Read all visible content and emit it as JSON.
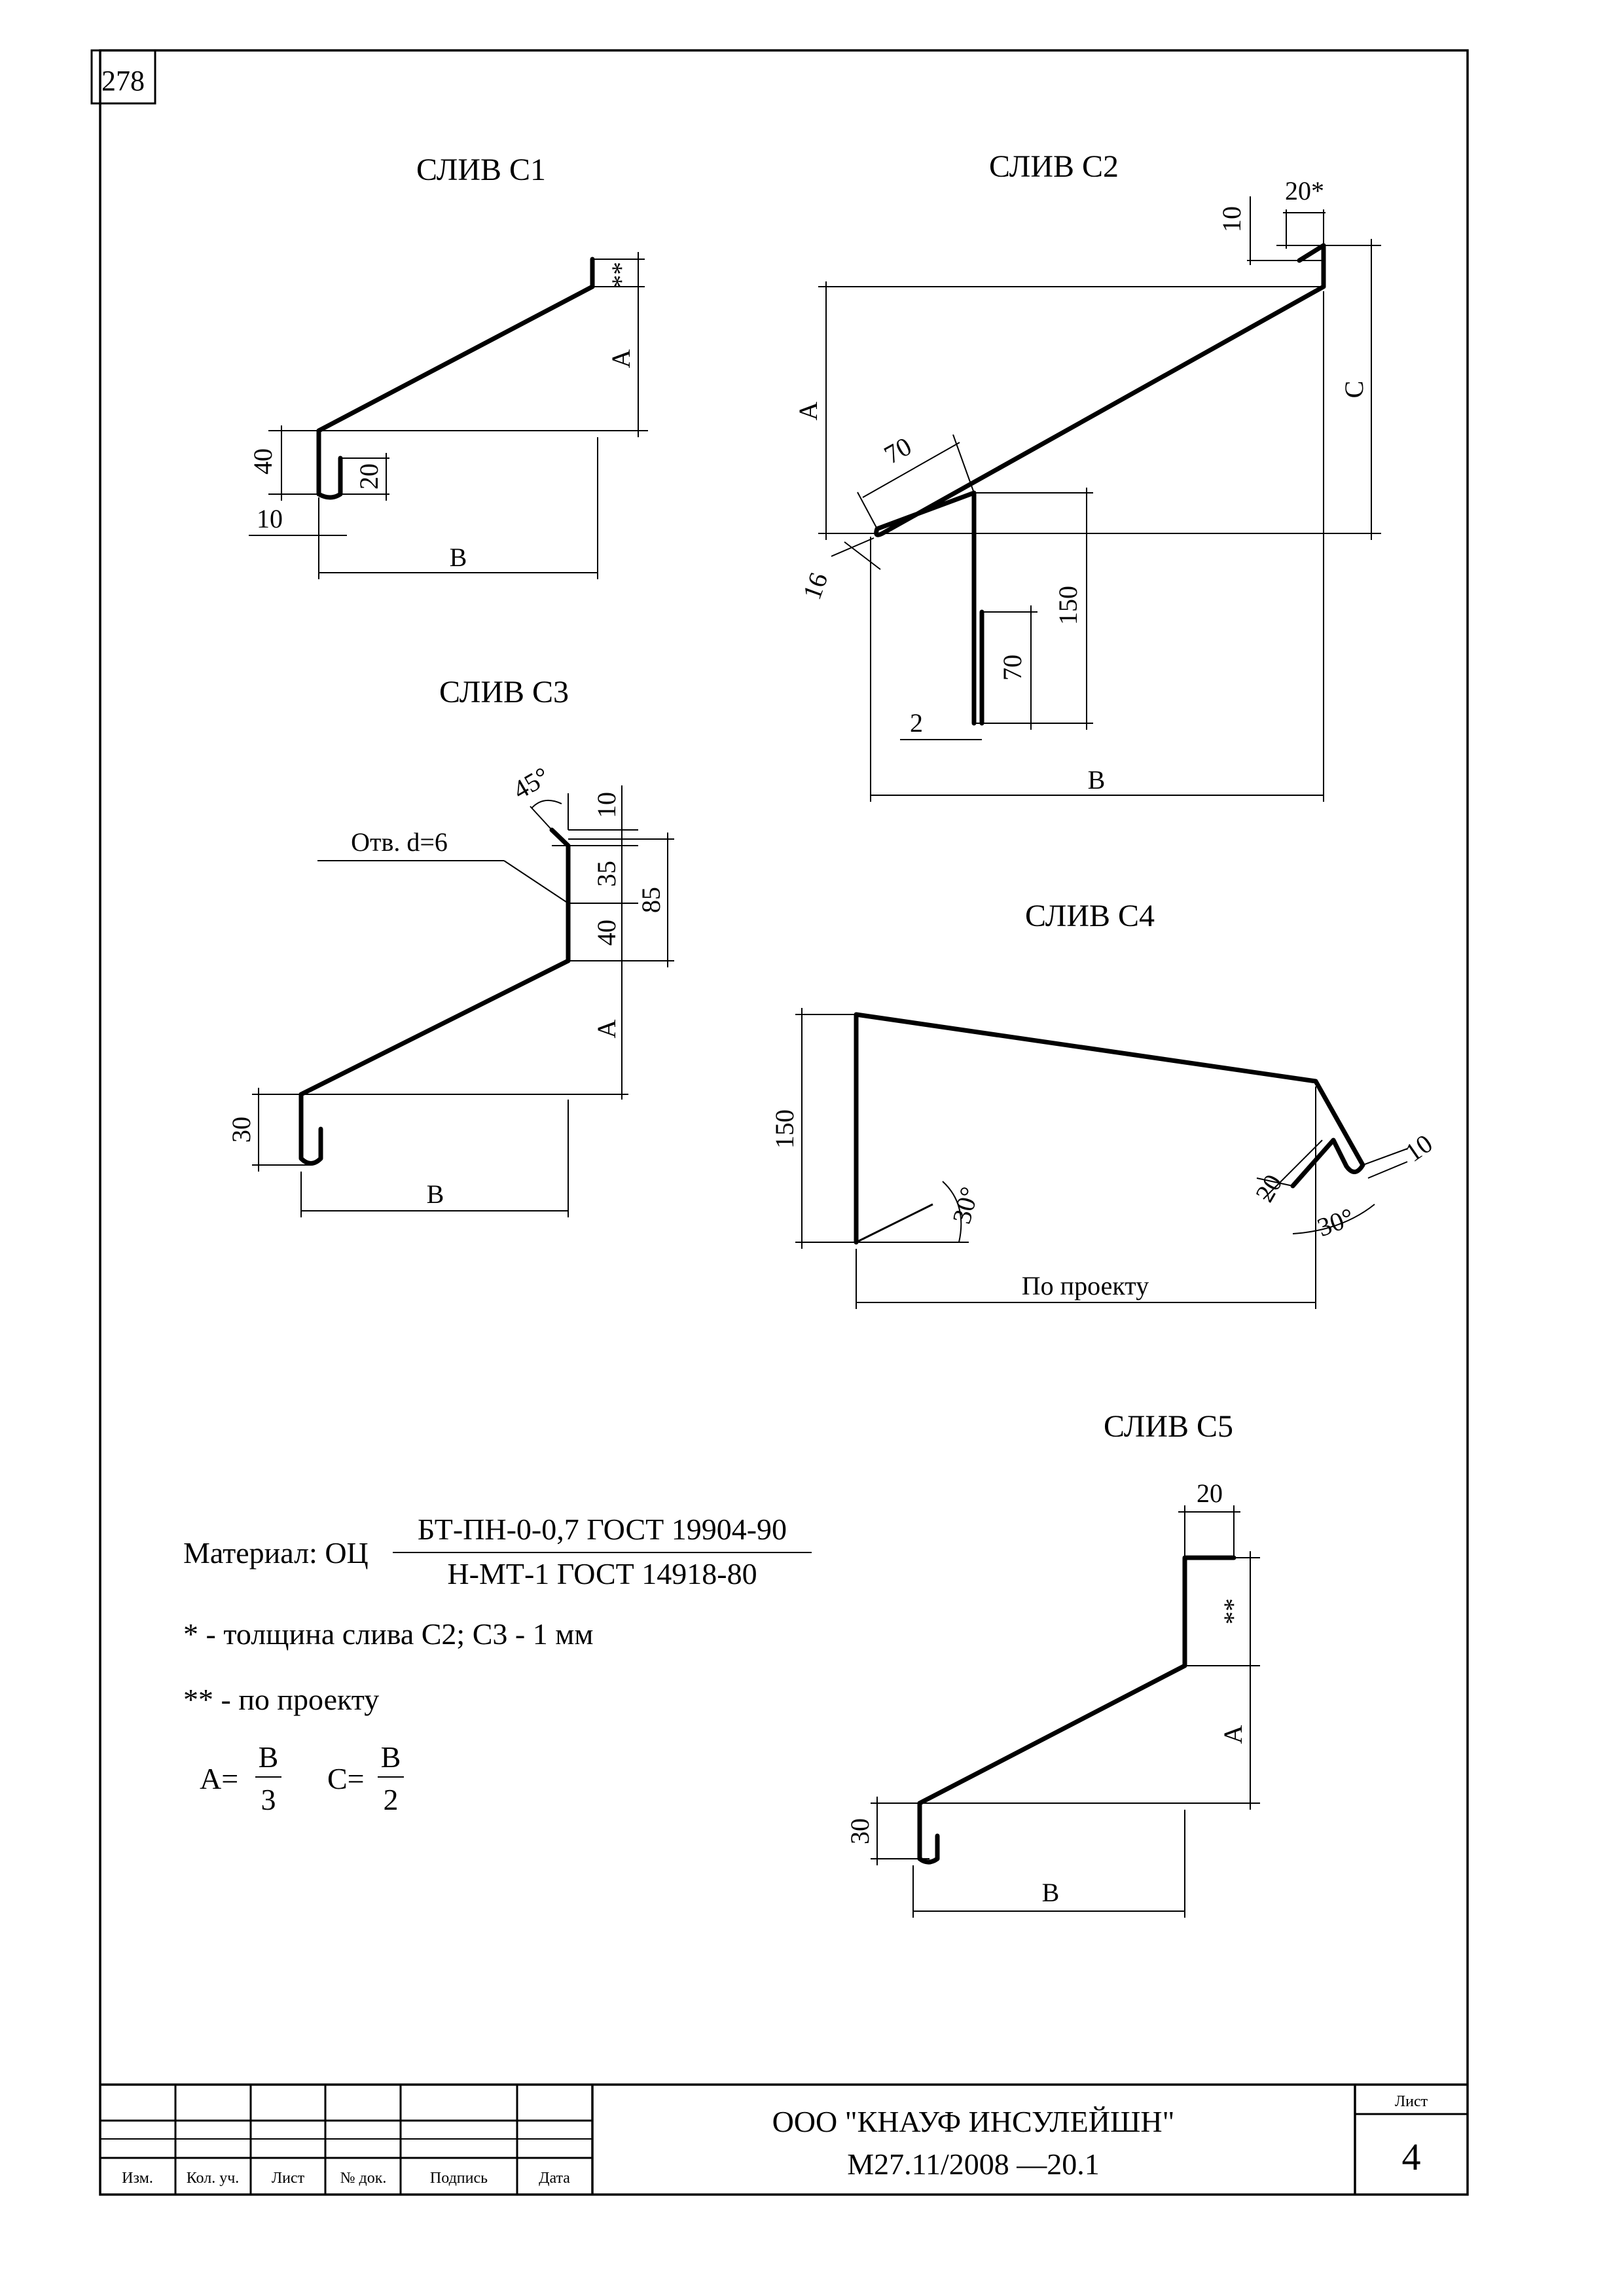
{
  "page_number": "278",
  "drawings": {
    "c1": {
      "title": "СЛИВ С1",
      "dims": {
        "star2": "**",
        "a": "А",
        "d40": "40",
        "d20": "20",
        "d10": "10",
        "b": "В"
      }
    },
    "c2": {
      "title": "СЛИВ С2",
      "dims": {
        "d10": "10",
        "d20s": "20*",
        "a": "А",
        "c": "С",
        "d70": "70",
        "d16": "16",
        "d150": "150",
        "d70v": "70",
        "d2": "2",
        "b": "В"
      }
    },
    "c3": {
      "title": "СЛИВ С3",
      "dims": {
        "angle": "45°",
        "hole": "Отв. d=6",
        "d10": "10",
        "d35": "35",
        "d40": "40",
        "d85": "85",
        "a": "А",
        "d30": "30",
        "b": "В"
      }
    },
    "c4": {
      "title": "СЛИВ С4",
      "dims": {
        "d150": "150",
        "angle1": "30°",
        "d20": "20",
        "d10": "10",
        "angle2": "30°",
        "by_project": "По проекту"
      }
    },
    "c5": {
      "title": "СЛИВ С5",
      "dims": {
        "d20": "20",
        "star2": "**",
        "a": "А",
        "d30": "30",
        "b": "В"
      }
    }
  },
  "notes": {
    "material_label": "Материал: ОЦ",
    "material_top": "БТ-ПН-0-0,7 ГОСТ 19904-90",
    "material_bottom": "Н-МТ-1 ГОСТ 14918-80",
    "note1": "* - толщина слива С2; С3 - 1 мм",
    "note2": "** - по проекту",
    "formula_a_lhs": "А=",
    "formula_a_num": "В",
    "formula_a_den": "3",
    "formula_c_lhs": "С=",
    "formula_c_num": "В",
    "formula_c_den": "2"
  },
  "title_block": {
    "headers": [
      "Изм.",
      "Кол. уч.",
      "Лист",
      "№ док.",
      "Подпись",
      "Дата"
    ],
    "company": "ООО \"КНАУФ ИНСУЛЕЙШН\"",
    "document_code": "М27.11/2008 —20.1",
    "sheet_label": "Лист",
    "sheet_number": "4"
  }
}
